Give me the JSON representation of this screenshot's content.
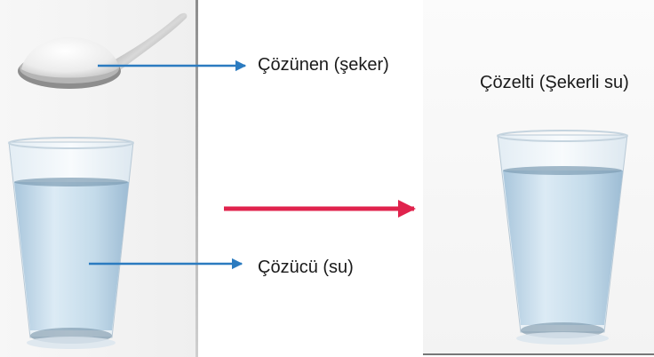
{
  "labels": {
    "solute": "Çözünen (şeker)",
    "solvent": "Çözücü (su)",
    "solution": "Çözelti (Şekerli su)"
  },
  "colors": {
    "pointer_arrow": "#2b7bc0",
    "process_arrow": "#e0234d",
    "water": "#c9deed"
  },
  "icons": [
    "sugar-spoon-icon",
    "water-glass-icon",
    "sugar-water-glass-icon"
  ]
}
